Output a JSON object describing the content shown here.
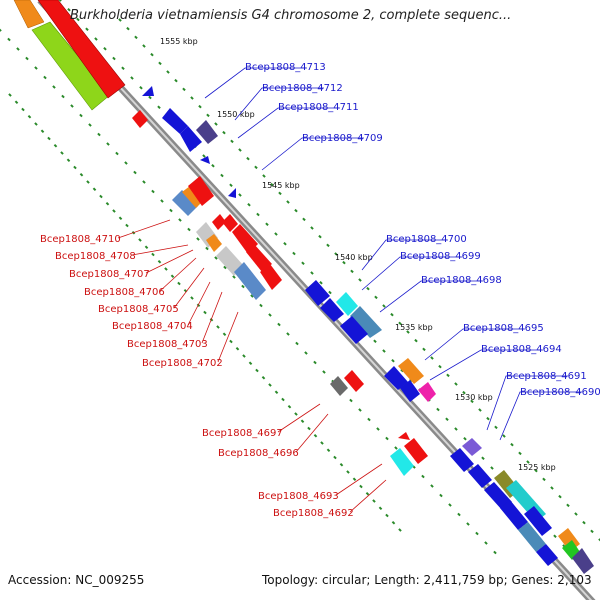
{
  "title": "Burkholderia vietnamiensis G4 chromosome 2, complete sequenc...",
  "footer": {
    "accession": "Accession: NC_009255",
    "summary": "Topology: circular; Length: 2,411,759 bp; Genes: 2,103"
  },
  "scale_labels": [
    "1555 kbp",
    "1550 kbp",
    "1545 kbp",
    "1540 kbp",
    "1535 kbp",
    "1530 kbp",
    "1525 kbp"
  ],
  "genes_upper": [
    "Bcep1808_4713",
    "Bcep1808_4712",
    "Bcep1808_4711",
    "Bcep1808_4709",
    "Bcep1808_4700",
    "Bcep1808_4699",
    "Bcep1808_4698",
    "Bcep1808_4695",
    "Bcep1808_4694",
    "Bcep1808_4691",
    "Bcep1808_4690"
  ],
  "genes_lower": [
    "Bcep1808_4710",
    "Bcep1808_4708",
    "Bcep1808_4707",
    "Bcep1808_4706",
    "Bcep1808_4705",
    "Bcep1808_4704",
    "Bcep1808_4703",
    "Bcep1808_4702",
    "Bcep1808_4697",
    "Bcep1808_4696",
    "Bcep1808_4693",
    "Bcep1808_4692"
  ],
  "colors": {
    "upper_label": "#1a1acc",
    "lower_label": "#cc1111",
    "backbone": "#8c8c8c",
    "ruler": "#2a8a2a"
  }
}
